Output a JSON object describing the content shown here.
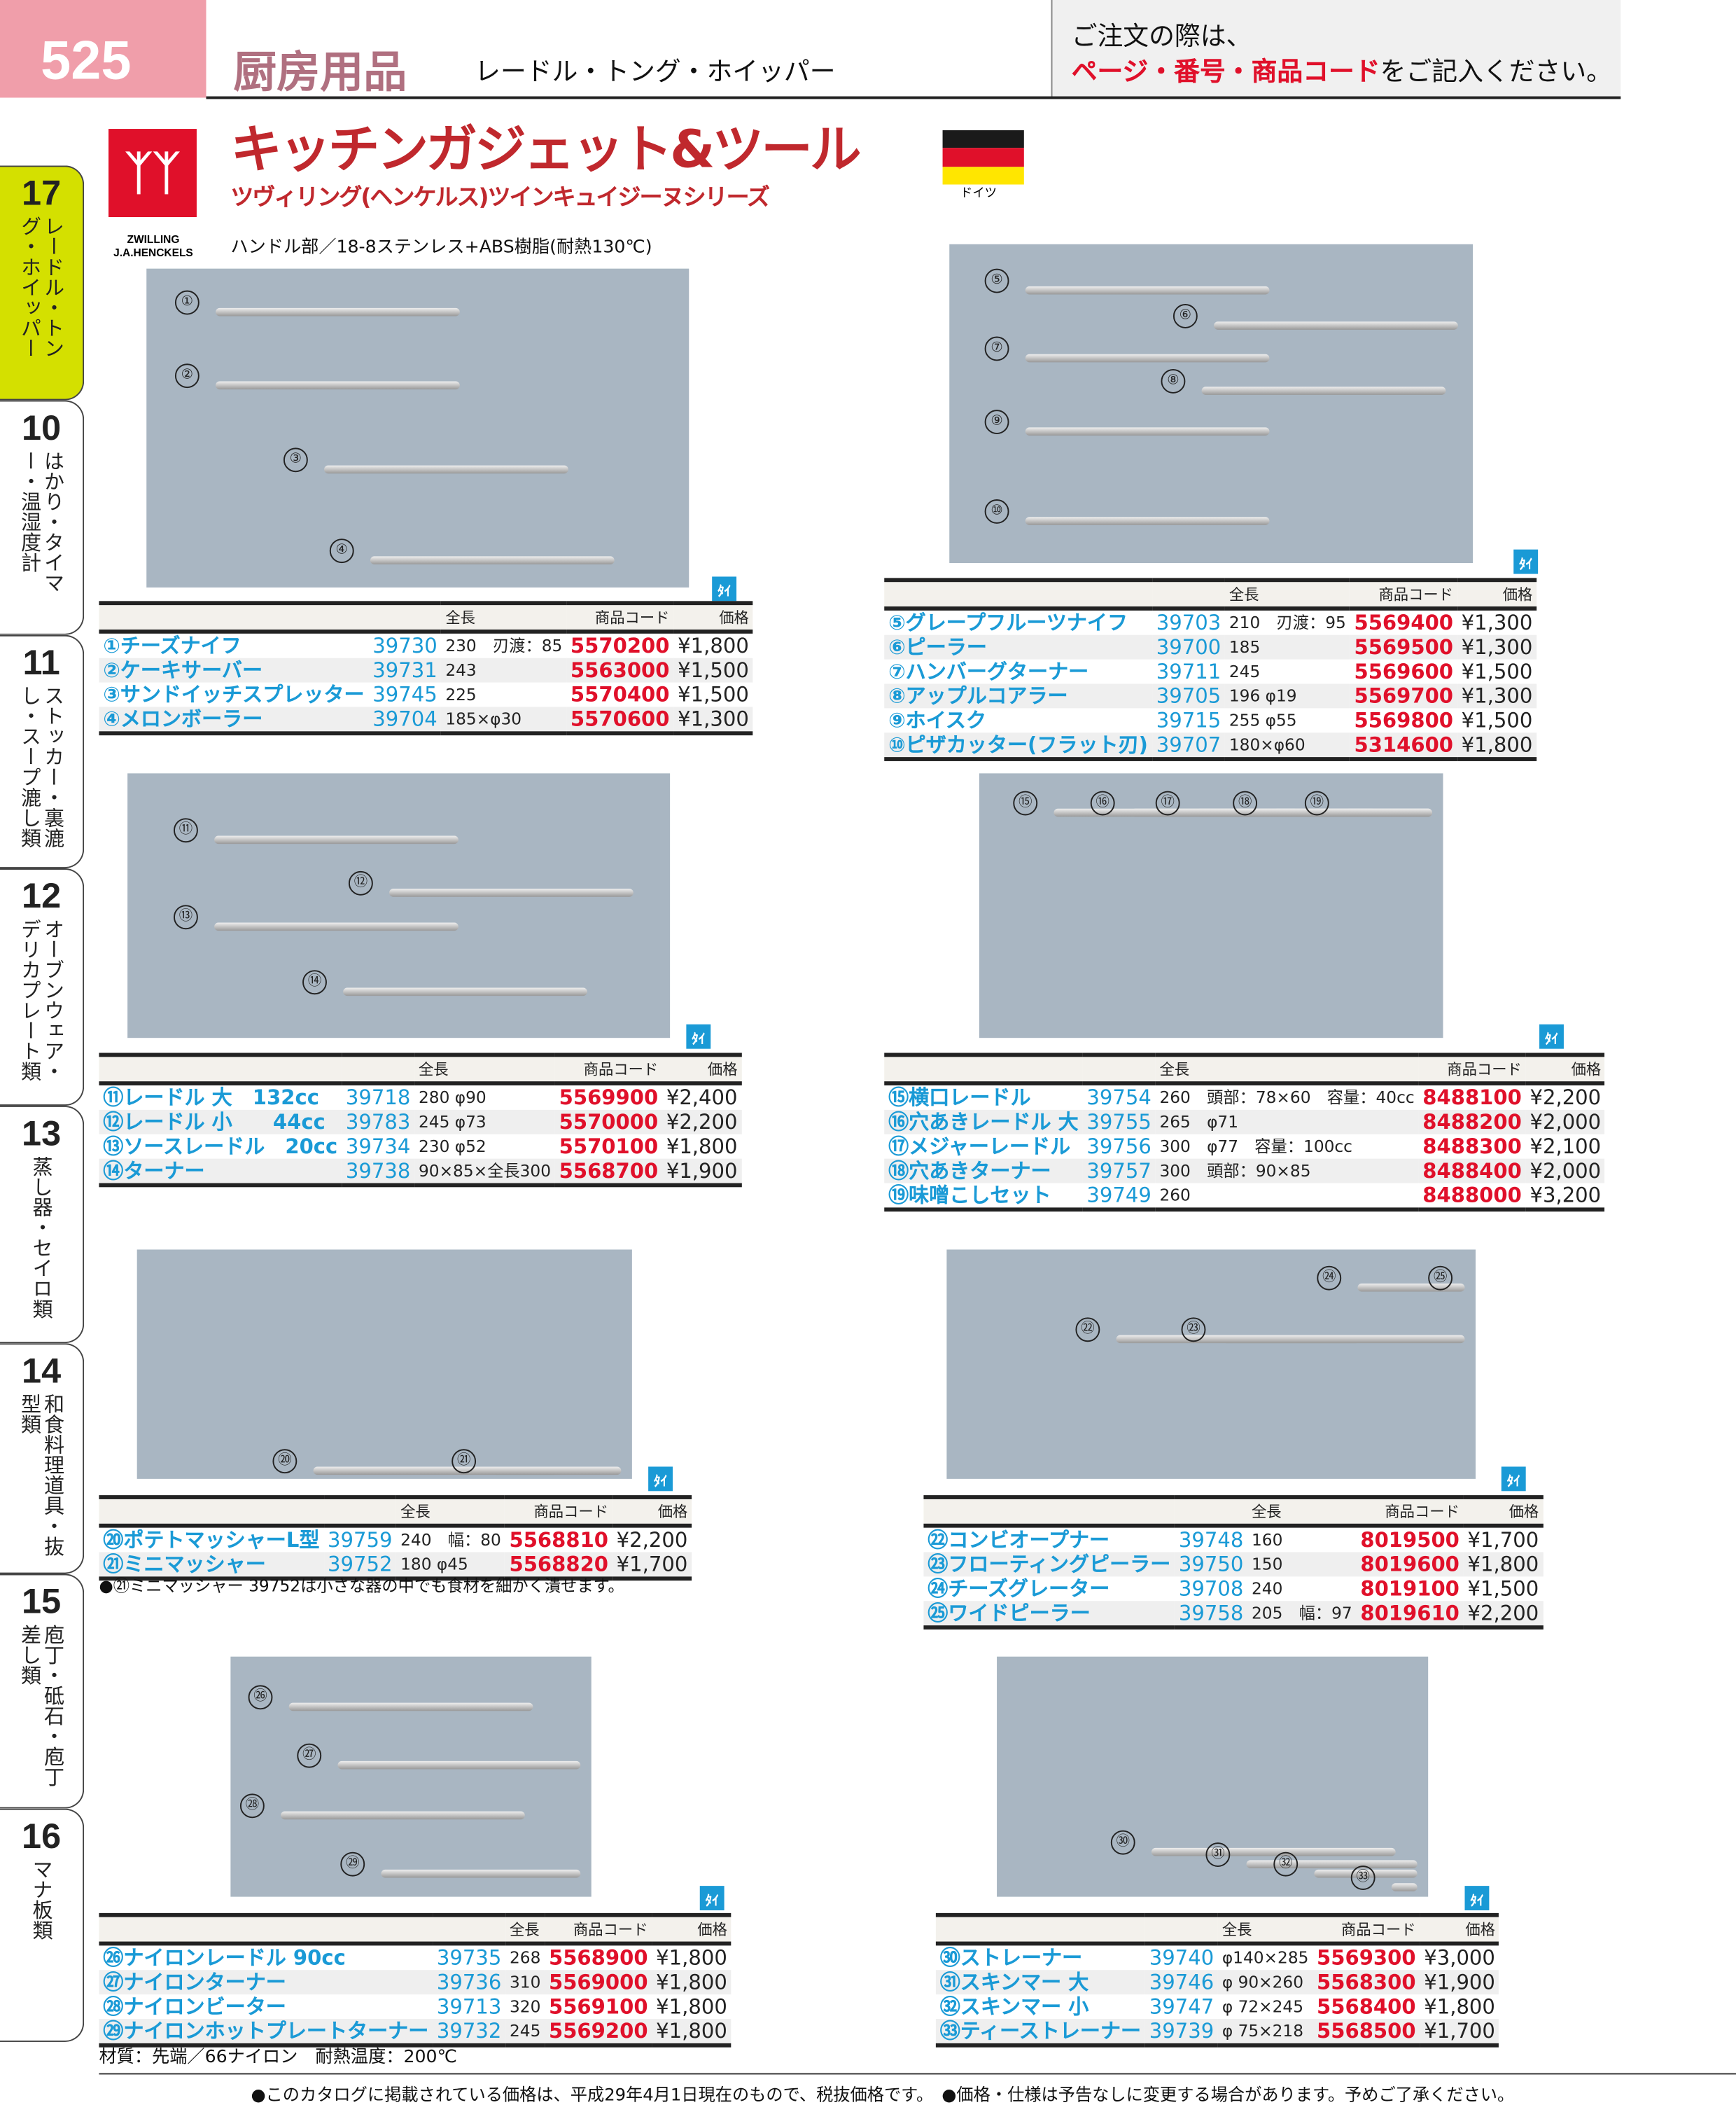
{
  "header": {
    "page_number": "525",
    "category": "厨房用品",
    "subcategory": "レードル・トング・ホイッパー",
    "notice_line1": "ご注文の際は、",
    "notice_red": "ページ・番号・商品コード",
    "notice_tail": "をご記入ください。"
  },
  "side_tabs": [
    {
      "num": "17",
      "label": "レードル・トング・ホイッパー",
      "active": true
    },
    {
      "num": "10",
      "label": "はかり・タイマー・温湿度計"
    },
    {
      "num": "11",
      "label": "ストッカー・裏漉し・スープ漉し類"
    },
    {
      "num": "12",
      "label": "オーブンウェア・デリカプレート類"
    },
    {
      "num": "13",
      "label": "蒸し器・セイロ類"
    },
    {
      "num": "14",
      "label": "和食料理道具・抜型類"
    },
    {
      "num": "15",
      "label": "庖丁・砥石・庖丁差し類"
    },
    {
      "num": "16",
      "label": "マナ板類"
    }
  ],
  "brand": {
    "logo_mark": "ZWILLING twin figures",
    "name": "ZWILLING J.A.HENCKELS",
    "title": "キッチンガジェット&ツール",
    "subtitle": "ツヴィリング(ヘンケルス)ツインキュイジーヌシリーズ",
    "country": "ドイツ",
    "flag_colors": [
      "#1a1a1a",
      "#e0102a",
      "#ffe600"
    ],
    "material": "ハンドル部／18-8ステンレス+ABS樹脂(耐熱130℃)"
  },
  "origin_badge": "ﾀｲ",
  "photos": [
    [
      "①",
      "②",
      "③",
      "④"
    ],
    [
      "⑤",
      "⑥",
      "⑦",
      "⑧",
      "⑨",
      "⑩"
    ],
    [
      "⑪",
      "⑫",
      "⑬",
      "⑭"
    ],
    [
      "⑮",
      "⑯",
      "⑰",
      "⑱",
      "⑲"
    ],
    [
      "⑳",
      "㉑"
    ],
    [
      "㉒",
      "㉓",
      "㉔",
      "㉕"
    ],
    [
      "㉖",
      "㉗",
      "㉘",
      "㉙"
    ],
    [
      "㉚",
      "㉛",
      "㉜",
      "㉝"
    ]
  ],
  "column_headers": {
    "length": "全長",
    "code": "商品コード",
    "price": "価格"
  },
  "tables": [
    {
      "rows": [
        {
          "no": "①",
          "name": "チーズナイフ",
          "model": "39730",
          "size": "230　刃渡：85",
          "code": "5570200",
          "price": "¥1,800"
        },
        {
          "no": "②",
          "name": "ケーキサーバー",
          "model": "39731",
          "size": "243",
          "code": "5563000",
          "price": "¥1,500"
        },
        {
          "no": "③",
          "name": "サンドイッチスプレッター",
          "model": "39745",
          "size": "225",
          "code": "5570400",
          "price": "¥1,500"
        },
        {
          "no": "④",
          "name": "メロンボーラー",
          "model": "39704",
          "size": "185×φ30",
          "code": "5570600",
          "price": "¥1,300"
        }
      ]
    },
    {
      "rows": [
        {
          "no": "⑤",
          "name": "グレープフルーツナイフ",
          "model": "39703",
          "size": "210　刃渡：95",
          "code": "5569400",
          "price": "¥1,300"
        },
        {
          "no": "⑥",
          "name": "ピーラー",
          "model": "39700",
          "size": "185",
          "code": "5569500",
          "price": "¥1,300"
        },
        {
          "no": "⑦",
          "name": "ハンバーグターナー",
          "model": "39711",
          "size": "245",
          "code": "5569600",
          "price": "¥1,500"
        },
        {
          "no": "⑧",
          "name": "アップルコアラー",
          "model": "39705",
          "size": "196 φ19",
          "code": "5569700",
          "price": "¥1,300"
        },
        {
          "no": "⑨",
          "name": "ホイスク",
          "model": "39715",
          "size": "255 φ55",
          "code": "5569800",
          "price": "¥1,500"
        },
        {
          "no": "⑩",
          "name": "ピザカッター(フラット刃)",
          "model": "39707",
          "size": "180×φ60",
          "code": "5314600",
          "price": "¥1,800"
        }
      ]
    },
    {
      "rows": [
        {
          "no": "⑪",
          "name": "レードル 大　132cc",
          "model": "39718",
          "size": "280 φ90",
          "code": "5569900",
          "price": "¥2,400"
        },
        {
          "no": "⑫",
          "name": "レードル 小　　44cc",
          "model": "39783",
          "size": "245 φ73",
          "code": "5570000",
          "price": "¥2,200"
        },
        {
          "no": "⑬",
          "name": "ソースレードル　20cc",
          "model": "39734",
          "size": "230 φ52",
          "code": "5570100",
          "price": "¥1,800"
        },
        {
          "no": "⑭",
          "name": "ターナー",
          "model": "39738",
          "size": "90×85×全長300",
          "code": "5568700",
          "price": "¥1,900"
        }
      ]
    },
    {
      "rows": [
        {
          "no": "⑮",
          "name": "横口レードル",
          "model": "39754",
          "size": "260　頭部：78×60　容量：40cc",
          "code": "8488100",
          "price": "¥2,200"
        },
        {
          "no": "⑯",
          "name": "穴あきレードル 大",
          "model": "39755",
          "size": "265　φ71",
          "code": "8488200",
          "price": "¥2,000"
        },
        {
          "no": "⑰",
          "name": "メジャーレードル",
          "model": "39756",
          "size": "300　φ77　容量：100cc",
          "code": "8488300",
          "price": "¥2,100"
        },
        {
          "no": "⑱",
          "name": "穴あきターナー",
          "model": "39757",
          "size": "300　頭部：90×85",
          "code": "8488400",
          "price": "¥2,000"
        },
        {
          "no": "⑲",
          "name": "味噌こしセット",
          "model": "39749",
          "size": "260",
          "code": "8488000",
          "price": "¥3,200"
        }
      ]
    },
    {
      "rows": [
        {
          "no": "⑳",
          "name": "ポテトマッシャーL型",
          "model": "39759",
          "size": "240　幅：80",
          "code": "5568810",
          "price": "¥2,200"
        },
        {
          "no": "㉑",
          "name": "ミニマッシャー",
          "model": "39752",
          "size": "180 φ45",
          "code": "5568820",
          "price": "¥1,700"
        }
      ]
    },
    {
      "rows": [
        {
          "no": "㉒",
          "name": "コンビオープナー",
          "model": "39748",
          "size": "160",
          "code": "8019500",
          "price": "¥1,700"
        },
        {
          "no": "㉓",
          "name": "フローティングピーラー",
          "model": "39750",
          "size": "150",
          "code": "8019600",
          "price": "¥1,800"
        },
        {
          "no": "㉔",
          "name": "チーズグレーター",
          "model": "39708",
          "size": "240",
          "code": "8019100",
          "price": "¥1,500"
        },
        {
          "no": "㉕",
          "name": "ワイドピーラー",
          "model": "39758",
          "size": "205　幅：97",
          "code": "8019610",
          "price": "¥2,200"
        }
      ]
    },
    {
      "rows": [
        {
          "no": "㉖",
          "name": "ナイロンレードル 90cc",
          "model": "39735",
          "size": "268",
          "code": "5568900",
          "price": "¥1,800"
        },
        {
          "no": "㉗",
          "name": "ナイロンターナー",
          "model": "39736",
          "size": "310",
          "code": "5569000",
          "price": "¥1,800"
        },
        {
          "no": "㉘",
          "name": "ナイロンビーター",
          "model": "39713",
          "size": "320",
          "code": "5569100",
          "price": "¥1,800"
        },
        {
          "no": "㉙",
          "name": "ナイロンホットプレートターナー",
          "model": "39732",
          "size": "245",
          "code": "5569200",
          "price": "¥1,800"
        }
      ]
    },
    {
      "rows": [
        {
          "no": "㉚",
          "name": "ストレーナー",
          "model": "39740",
          "size": "φ140×285",
          "code": "5569300",
          "price": "¥3,000"
        },
        {
          "no": "㉛",
          "name": "スキンマー 大",
          "model": "39746",
          "size": "φ 90×260",
          "code": "5568300",
          "price": "¥1,900"
        },
        {
          "no": "㉜",
          "name": "スキンマー 小",
          "model": "39747",
          "size": "φ 72×245",
          "code": "5568400",
          "price": "¥1,800"
        },
        {
          "no": "㉝",
          "name": "ティーストレーナー",
          "model": "39739",
          "size": "φ 75×218",
          "code": "5568500",
          "price": "¥1,700"
        }
      ]
    }
  ],
  "notes": {
    "mini_masher": "●㉑ミニマッシャー 39752は小さな器の中でも食材を細かく潰せます。",
    "nylon": "材質：先端／66ナイロン　耐熱温度：200℃"
  },
  "footer": "●このカタログに掲載されている価格は、平成29年4月1日現在のもので、税抜価格です。　●価格・仕様は予告なしに変更する場合があります。予めご了承ください。"
}
